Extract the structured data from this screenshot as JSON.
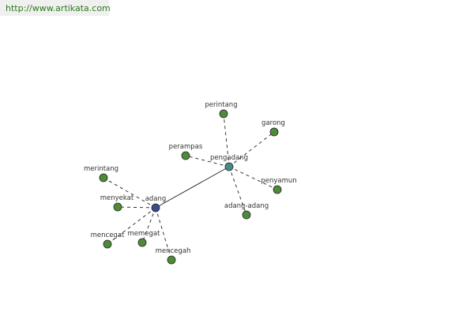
{
  "source_url": "http://www.artikata.com",
  "colors": {
    "hub_adang": "#3b4a8c",
    "hub_pengadang": "#4a8a8a",
    "leaf": "#4f8a3a",
    "edge": "#222222"
  },
  "nodes": [
    {
      "id": "adang",
      "label": "adang",
      "kind": "hub"
    },
    {
      "id": "pengadang",
      "label": "pengadang",
      "kind": "hub"
    },
    {
      "id": "perintang",
      "label": "perintang",
      "kind": "leaf"
    },
    {
      "id": "garong",
      "label": "garong",
      "kind": "leaf"
    },
    {
      "id": "perampas",
      "label": "perampas",
      "kind": "leaf"
    },
    {
      "id": "penyamun",
      "label": "penyamun",
      "kind": "leaf"
    },
    {
      "id": "adang-adang",
      "label": "adang-adang",
      "kind": "leaf"
    },
    {
      "id": "merintang",
      "label": "merintang",
      "kind": "leaf"
    },
    {
      "id": "menyekat",
      "label": "menyekat",
      "kind": "leaf"
    },
    {
      "id": "mencegat",
      "label": "mencegat",
      "kind": "leaf"
    },
    {
      "id": "memegat",
      "label": "memegat",
      "kind": "leaf"
    },
    {
      "id": "mencegah",
      "label": "mencegah",
      "kind": "leaf"
    }
  ],
  "edges": [
    {
      "from": "adang",
      "to": "pengadang",
      "style": "solid"
    },
    {
      "from": "pengadang",
      "to": "perintang",
      "style": "dashed"
    },
    {
      "from": "pengadang",
      "to": "garong",
      "style": "dashed"
    },
    {
      "from": "pengadang",
      "to": "perampas",
      "style": "dashed"
    },
    {
      "from": "pengadang",
      "to": "penyamun",
      "style": "dashed"
    },
    {
      "from": "pengadang",
      "to": "adang-adang",
      "style": "dashed"
    },
    {
      "from": "adang",
      "to": "merintang",
      "style": "dashed"
    },
    {
      "from": "adang",
      "to": "menyekat",
      "style": "dashed"
    },
    {
      "from": "adang",
      "to": "mencegat",
      "style": "dashed"
    },
    {
      "from": "adang",
      "to": "memegat",
      "style": "dashed"
    },
    {
      "from": "adang",
      "to": "mencegah",
      "style": "dashed"
    }
  ]
}
